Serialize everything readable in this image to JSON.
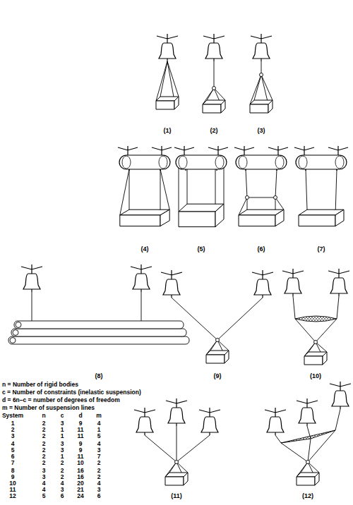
{
  "diagram": {
    "labels": [
      "(1)",
      "(2)",
      "(3)",
      "(4)",
      "(5)",
      "(6)",
      "(7)",
      "(8)",
      "(9)",
      "(10)",
      "(11)",
      "(12)",
      "n = Number of rigid bodies",
      "c = Number of constraints (inelastic suspension)",
      "d = 6n–c = number of degrees of freedom",
      "m = Number of suspension lines",
      "System",
      "n",
      "c",
      "d",
      "m",
      "1",
      "2",
      "3",
      "9",
      "4",
      "2",
      "2",
      "1",
      "11",
      "1",
      "3",
      "2",
      "1",
      "11",
      "5",
      "4",
      "2",
      "3",
      "9",
      "4",
      "5",
      "2",
      "3",
      "9",
      "3",
      "6",
      "2",
      "1",
      "11",
      "7",
      "7",
      "2",
      "2",
      "10",
      "2",
      "8",
      "3",
      "2",
      "16",
      "2",
      "9",
      "3",
      "2",
      "16",
      "2",
      "10",
      "4",
      "4",
      "20",
      "4",
      "11",
      "4",
      "3",
      "21",
      "3",
      "12",
      "5",
      "6",
      "24",
      "6"
    ]
  }
}
